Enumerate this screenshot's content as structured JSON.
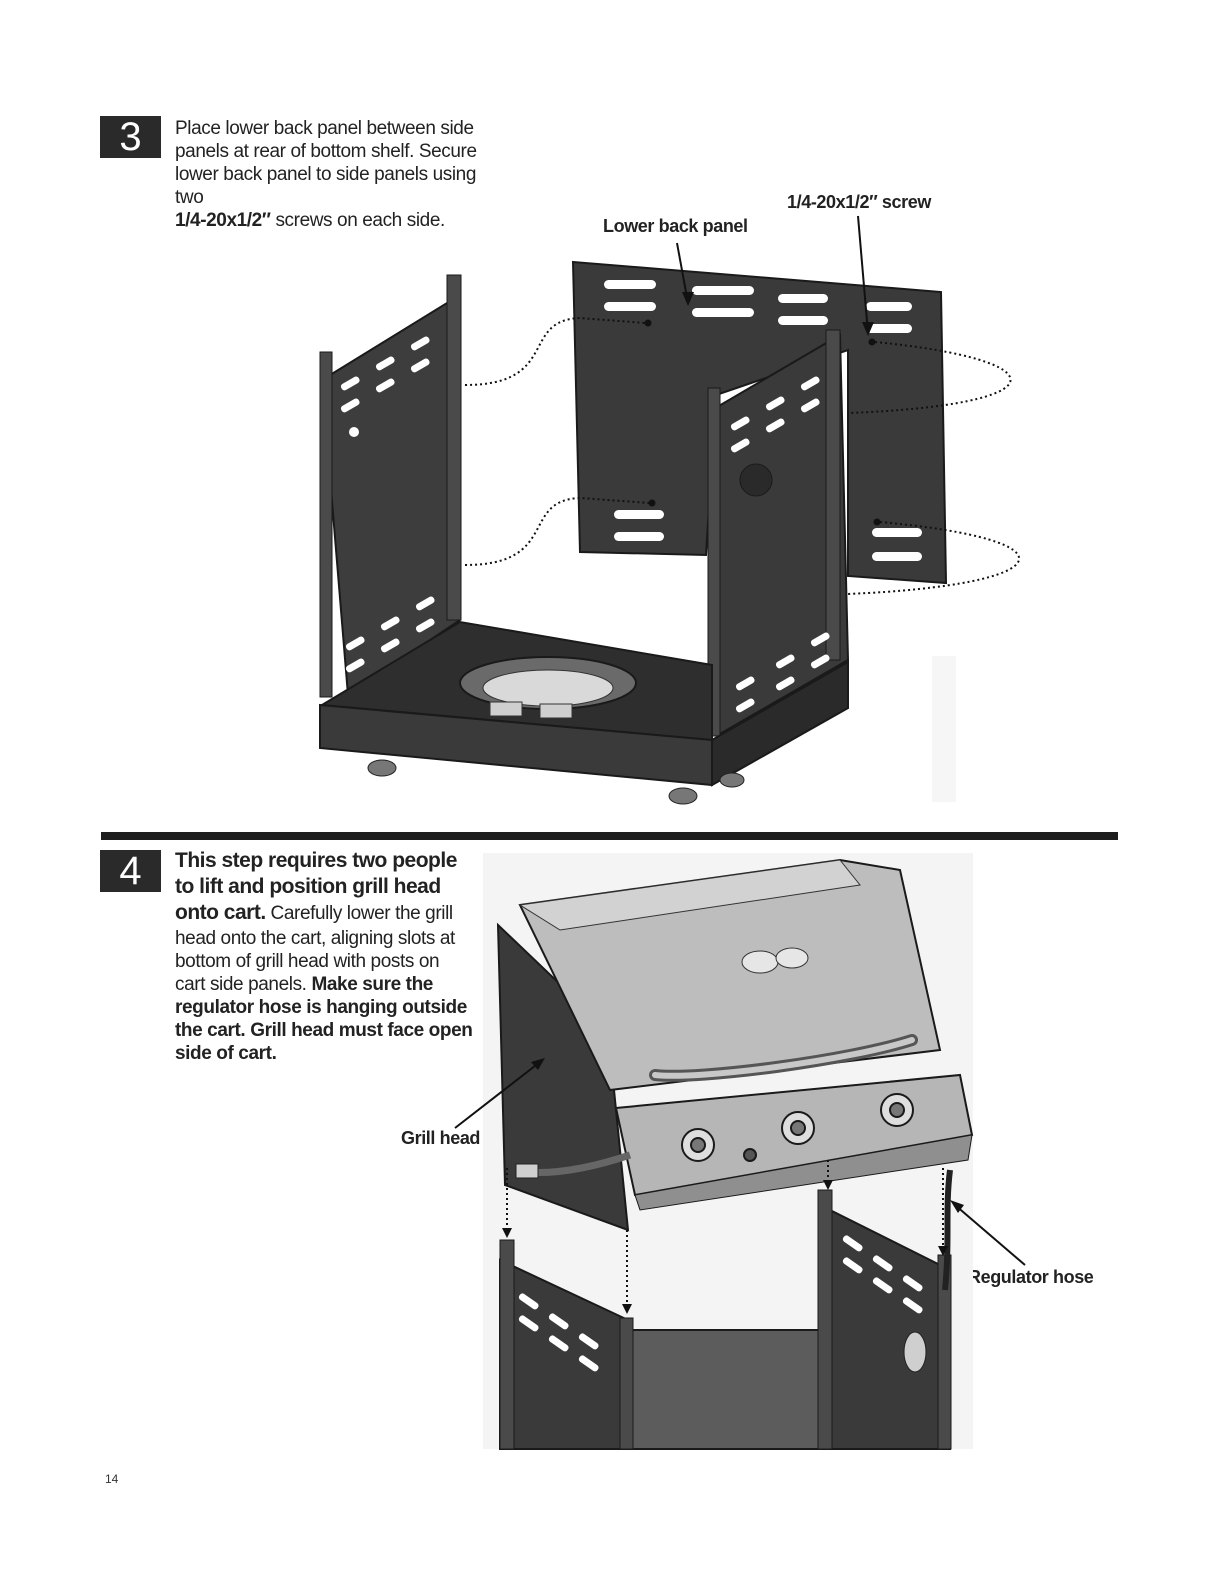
{
  "step3": {
    "number": "3",
    "line1": "Place lower back panel between side",
    "line2": "panels at rear of bottom shelf. Secure",
    "line3": "lower back panel to side panels using two",
    "screw_spec": "1/4-20x1/2″",
    "line4_rest": " screws on each side.",
    "callout_panel": "Lower back panel",
    "callout_screw": "1/4-20x1/2″ screw"
  },
  "step4": {
    "number": "4",
    "lead1": "This step requires two people",
    "lead2": "to lift and position grill head",
    "lead3": "onto cart.",
    "text1": " Carefully lower the grill",
    "text2": "head onto the cart, aligning slots at",
    "text3": "bottom of grill head with posts on",
    "text4": "cart side panels. ",
    "bold1": "Make sure the",
    "bold2": "regulator hose is hanging outside",
    "bold3": "the cart. Grill head must face open",
    "bold4": "side of cart.",
    "callout_grill": "Grill head",
    "callout_hose": "Regulator hose"
  },
  "footer": {
    "page_number": "14"
  }
}
